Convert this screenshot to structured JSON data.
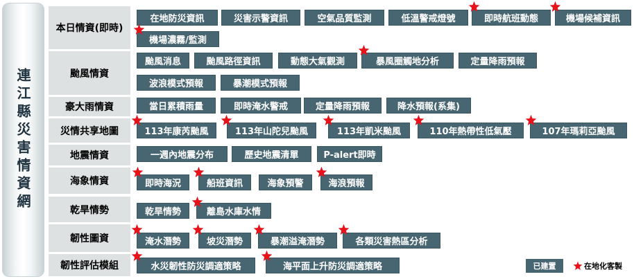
{
  "sidebar": {
    "title": "連江縣災害情資網"
  },
  "categories": {
    "daily": "本日情資(即時)",
    "typhoon": "颱風情資",
    "rain": "豪大雨情資",
    "share": "災情共享地圖",
    "quake": "地震情資",
    "sea": "海象情資",
    "drought": "乾旱情勢",
    "resilience_map": "韌性圖資",
    "resilience_eval": "韌性評估模組"
  },
  "buttons": {
    "local_disaster_info": "在地防災資訊",
    "disaster_alert_info": "災害示警資訊",
    "air_quality": "空氣品質監測",
    "low_temp_signal": "低溫警戒燈號",
    "realtime_flights": "即時航班動態",
    "airport_standby": "機場候補資訊",
    "airport_fog": "機場濃霧/監測",
    "typhoon_news": "颱風消息",
    "typhoon_track": "颱風路徑資訊",
    "dynamic_weather": "動態大氣觀測",
    "storm_circle": "暴風圈觸地分析",
    "qpf_typhoon": "定量降雨預報",
    "wave_model": "波浪模式預報",
    "surge_model": "暴潮模式預報",
    "daily_rain": "當日累積雨量",
    "flood_alert": "即時淹水警戒",
    "qpf_rain": "定量降雨預報",
    "rain_forecast_ensemble": "降水預報(系集)",
    "kong_rey": "113年康芮颱風",
    "shanshan": "113年山陀兒颱風",
    "krathon": "113年凱米颱風",
    "td_110": "110年熱帶性低氣壓",
    "mary": "107年瑪莉亞颱風",
    "quake_week": "一週內地震分布",
    "quake_history": "歷史地震清單",
    "p_alert": "P-alert即時",
    "realtime_sea": "即時海況",
    "ship_info": "船班資訊",
    "sea_warning": "海象預警",
    "wave_forecast": "海浪預報",
    "drought_status": "乾旱情勢",
    "reservoir": "離島水庫水情",
    "flood_potential": "淹水潛勢",
    "slope_potential": "坡災潛勢",
    "surge_potential": "暴潮溢淹潛勢",
    "hotspot_analysis": "各類災害熱區分析",
    "flood_resilience": "水災韌性防災調適策略",
    "sea_level_strategy": "海平面上升防災調適策略"
  },
  "legend": {
    "built": "已建置",
    "custom": "在地化客製"
  },
  "colors": {
    "button_bg": "#486672",
    "category_bg": "#dde1e2",
    "star": "#e8121b"
  },
  "icons": {
    "star": "star-icon"
  }
}
